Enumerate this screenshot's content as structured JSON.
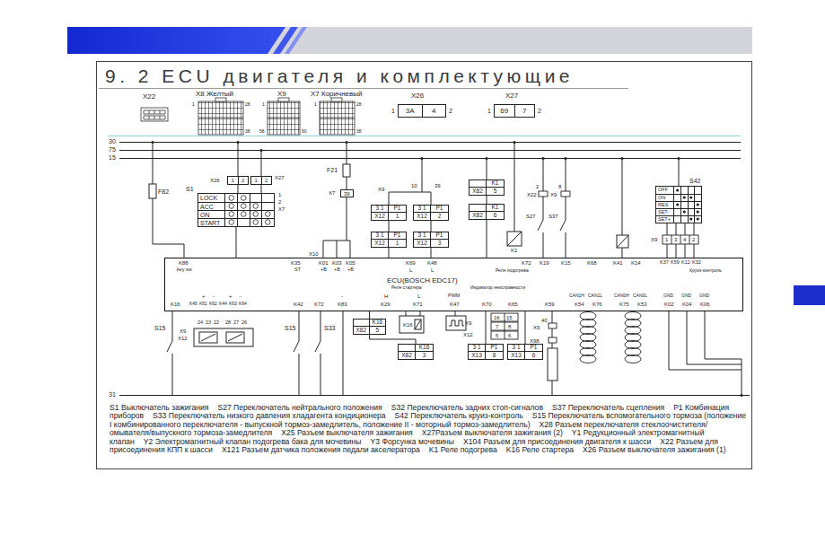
{
  "diagram": {
    "title": "9. 2 ECU двигателя и комплектующие",
    "nodes": [
      {
        "text": [
          "3A",
          "4"
        ]
      },
      {
        "text": [
          "69",
          "7"
        ]
      },
      {
        "text": [
          "1",
          "2"
        ]
      },
      {
        "text": [
          "1",
          "2"
        ]
      },
      {
        "text": [
          "K1",
          "X82",
          "5"
        ]
      },
      {
        "text": [
          "OFF",
          "ON",
          "RES",
          "SET-",
          "SET+"
        ]
      },
      {
        "text": [
          "39"
        ]
      },
      {
        "text": [
          "LOCK",
          "ACC",
          "ON",
          "START"
        ]
      },
      {
        "text": [
          "3 1",
          "P1",
          "X12",
          "1"
        ]
      },
      {
        "text": [
          "3 1",
          "P1",
          "X12",
          "2"
        ]
      },
      {
        "text": [
          "K1",
          "X82",
          "6"
        ]
      },
      {
        "text": [
          "3 1",
          "P1",
          "X12",
          "1"
        ]
      },
      {
        "text": [
          "3 1",
          "P1",
          "X12",
          "3"
        ]
      },
      {
        "text": [
          "ECU(BOSCH EDC17)"
        ]
      },
      {
        "text": [
          "K16",
          "X82",
          "5"
        ]
      },
      {
        "text": [
          "K16",
          "X82",
          "3"
        ]
      },
      {
        "text": [
          "3 1",
          "P1",
          "X13",
          "8"
        ]
      },
      {
        "text": [
          "3 1",
          "P1",
          "X13",
          "6"
        ]
      }
    ],
    "edges": [
      {
        "from": 2,
        "to": 7,
        "arrow": "none"
      },
      {
        "from": 3,
        "to": 7,
        "arrow": "none"
      },
      {
        "from": 4,
        "to": 10,
        "arrow": "none"
      },
      {
        "from": 7,
        "to": 13,
        "arrow": "none"
      },
      {
        "from": 8,
        "to": 11,
        "arrow": "none"
      },
      {
        "from": 9,
        "to": 12,
        "arrow": "none"
      },
      {
        "from": 10,
        "to": 13,
        "arrow": "none"
      },
      {
        "from": 11,
        "to": 13,
        "arrow": "none"
      },
      {
        "from": 12,
        "to": 13,
        "arrow": "none"
      },
      {
        "from": 13,
        "to": 14,
        "arrow": "none"
      },
      {
        "from": 14,
        "to": 15,
        "arrow": "none"
      },
      {
        "from": 13,
        "to": 16,
        "arrow": "none"
      },
      {
        "from": 13,
        "to": 17,
        "arrow": "none"
      }
    ],
    "labels": [
      "30",
      "75",
      "15",
      "31",
      "X22",
      "X8 Желтый",
      "1",
      "28",
      "38",
      "X9",
      "1",
      "58",
      "60",
      "X7 Коричневый",
      "1",
      "28",
      "38",
      "X26",
      "1",
      "2",
      "X27",
      "1",
      "2",
      "X26",
      "X27",
      "S1",
      "F82",
      "1",
      "2",
      "X7",
      "F21",
      "X7",
      "X10",
      "K88",
      "key sw",
      "K35",
      "ST",
      "K01",
      "K03",
      "K05",
      "+B",
      "+B",
      "+B",
      "K69",
      "L",
      "K48",
      "L",
      "K72",
      "K19",
      "K15",
      "K68",
      "K41",
      "K14",
      "K37",
      "K59",
      "K12",
      "K32",
      "Круиз-контроль",
      "Реле подогрева",
      "Реле стартера",
      "Индикатор неисправности",
      "K16",
      "K45",
      "K61",
      "K62",
      "K44",
      "K63",
      "K64",
      "+",
      "-",
      "+",
      "-",
      "K42",
      "K72",
      "K83",
      "-",
      "H",
      "K29",
      "L",
      "K71",
      "PWM",
      "K47",
      "K70",
      "K65",
      "K59",
      "CAN1H",
      "CAN1L",
      "CAN0H",
      "CAN0L",
      "K54",
      "K76",
      "K75",
      "K53",
      "GND",
      "GND",
      "GND",
      "K02",
      "K04",
      "K06",
      "S15",
      "X9",
      "X12",
      "24",
      "23",
      "22",
      "28",
      "27",
      "26",
      "S15",
      "S33",
      "X9",
      "X12",
      "16",
      "15",
      "7",
      "8",
      "5",
      "6",
      "40",
      "X9",
      "X98",
      "K16",
      "X9",
      "10",
      "39",
      "2",
      "8",
      "X22",
      "X9",
      "S27",
      "S37",
      "K1",
      "S42",
      "X9",
      "1",
      "3",
      "4",
      "2",
      "S1 Выключатель зажигания",
      "S27 Переключатель нейтрального положения",
      "S32 Переключатель задних стоп-сигналов",
      "S37 Переключатель сцепления",
      "P1 Комбинация приборов",
      "S33 Переключатель низкого давления хладагента кондиционера",
      "S42 Переключатель круиз-контроль",
      "S15 Переключатель вспомогательного тормоза (положение I комбинированного переключателя - выпускной тормоз-замедлитель, положение II - моторный тормоз-замедлитель)",
      "X28 Разъем переключателя стеклоочистителя/омывателя/выпускного тормоза-замедлителя",
      "X25 Разъем выключателя зажигания",
      "X27Разъем выключателя зажигания (2)",
      "Y1 Редукционный электромагнитный клапан",
      "Y2 Электромагнитный клапан подогрева бака для мочевины",
      "Y3 Форсунка мочевины",
      "X104 Разъем для присоединения двигателя к шасси",
      "X22 Разъем для присоединения КПП к шасси",
      "X121 Разъем датчика положения педали акселератора",
      "K1 Реле подогрева",
      "K16 Реле стартера",
      "X26 Разъем выключателя зажигания (1)"
    ]
  }
}
